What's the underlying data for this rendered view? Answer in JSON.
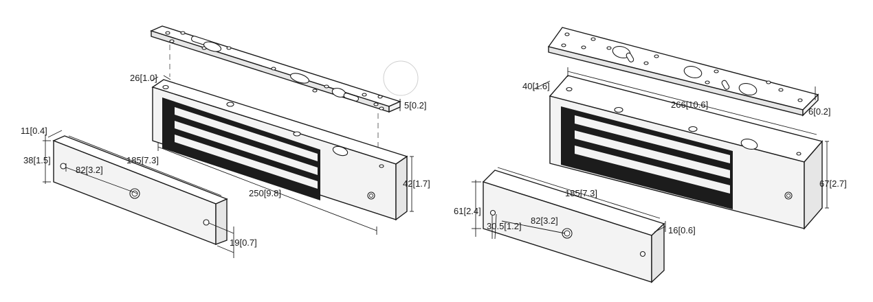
{
  "colors": {
    "line": "#1a1a1a",
    "coil": "#1c1c1c",
    "background": "#ffffff"
  },
  "left_lock": {
    "dimensions": {
      "armature_thickness": "11[0.4]",
      "armature_height": "38[1.5]",
      "armature_length": "185[7.3]",
      "armature_hole_spacing": "82[3.2]",
      "armature_edge": "19[0.7]",
      "body_depth": "26[1.0]",
      "plate_thickness": "5[0.2]",
      "body_length": "250[9.8]",
      "body_height": "42[1.7]"
    }
  },
  "right_lock": {
    "dimensions": {
      "body_depth": "40[1.6]",
      "body_length": "266[10.6]",
      "plate_thickness": "6[0.2]",
      "body_height": "67[2.7]",
      "armature_length": "185[7.3]",
      "armature_height": "61[2.4]",
      "armature_hole_offset": "30.5[1.2]",
      "armature_hole_spacing": "82[3.2]",
      "armature_thickness": "16[0.6]"
    }
  }
}
